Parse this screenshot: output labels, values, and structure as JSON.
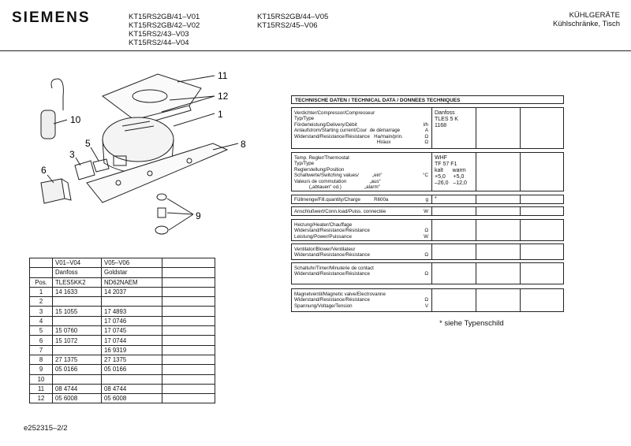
{
  "header": {
    "brand": "SIEMENS",
    "models_col1": [
      "KT15RS2GB/41–V01",
      "KT15RS2GB/42–V02",
      "KT15RS2/43–V03",
      "KT15RS2/44–V04"
    ],
    "models_col2": [
      "KT15RS2GB/44–V05",
      "KT15RS2/45–V06"
    ],
    "category": [
      "KÜHLGERÄTE",
      "Kühlschränke, Tisch"
    ]
  },
  "diagram": {
    "callouts": [
      "11",
      "12",
      "1",
      "10",
      "8",
      "3",
      "5",
      "6",
      "9"
    ]
  },
  "tech": {
    "title": "TECHNISCHE DATEN / TECHNICAL DATA / DONNEES TECHNIQUES",
    "sections": [
      {
        "labels": "Verdichter/Compressor/Compresseur\nTyp/Type\nFörderleistung/Delivery/Débit\nAnlaufstrom/Starting current/Cour  de démarrage\nWiderstand/Resistance/Résistance   Ha/main/prin.\n                                                             Hi/aux",
        "units": "\n\nl/h\nA\nΩ\nΩ",
        "values": "Danfoss\nTLES 5 K\n1168"
      },
      {
        "labels": "Temp. Regler/Thermostat\nTyp/Type\nReglerstellung/Position\nSchaltwerte/Switching values/          „ein“\nValeurs de commutation                 „aus“\n           („abtauen“ od.)                 „alarm“",
        "units": "\n\n\n°C\n\n",
        "values": "WHF\nTF 57 F1\nkalt      warm\n+5,0     +5,0\n–26,0   –12,0"
      },
      {
        "labels": "Füllmenge/Fill.quantity/Charge          R600a",
        "units": "g",
        "values": "*"
      },
      {
        "labels": "Anschlußwert/Conn.load/Puiss. connectée",
        "units": "W",
        "values": ""
      },
      {
        "labels": "Heizung/Heater/Chauffage\nWiderstand/Resistance/Résistance\nLeistung/Power/Puissance",
        "units": "\nΩ\nW",
        "values": ""
      },
      {
        "labels": "Ventilator/Blower/Ventilateur\nWiderstand/Resistance/Résistance",
        "units": "\nΩ",
        "values": ""
      },
      {
        "labels": "Schaltuhr/Timer/Minuterie de contact\nWiderstand/Resistance/Résistance",
        "units": "\nΩ",
        "values": ""
      },
      {
        "labels": "Magnetventil/Magnetic valve/Electrovanne\nWiderstand/Resistance/Résistance\nSpannung/Voltage/Tension",
        "units": "\nΩ\nV",
        "values": ""
      }
    ],
    "note": "* siehe Typenschild"
  },
  "parts": {
    "head1": [
      "",
      "V01–V04",
      "V05–V06",
      ""
    ],
    "head2": [
      "",
      "Danfoss",
      "Goldstar",
      ""
    ],
    "head3": [
      "Pos.",
      "TLES5KK2",
      "ND62NAEM",
      ""
    ],
    "rows": [
      [
        "1",
        "14 1633",
        "14 2037",
        ""
      ],
      [
        "2",
        "",
        "",
        ""
      ],
      [
        "3",
        "15 1055",
        "17 4893",
        ""
      ],
      [
        "4",
        "",
        "17  0746",
        ""
      ],
      [
        "5",
        "15 0760",
        "17  0745",
        ""
      ],
      [
        "6",
        "15 1072",
        "17 0744",
        ""
      ],
      [
        "7",
        "",
        "16  9319",
        ""
      ],
      [
        "8",
        "27 1375",
        "27 1375",
        ""
      ],
      [
        "9",
        "05 0166",
        "05  0166",
        ""
      ],
      [
        "10",
        "",
        "",
        ""
      ],
      [
        "11",
        "08 4744",
        " 08 4744",
        ""
      ],
      [
        "12",
        "05 6008",
        "05 6008",
        ""
      ]
    ]
  },
  "footer": {
    "code": "e252315–2/2"
  }
}
